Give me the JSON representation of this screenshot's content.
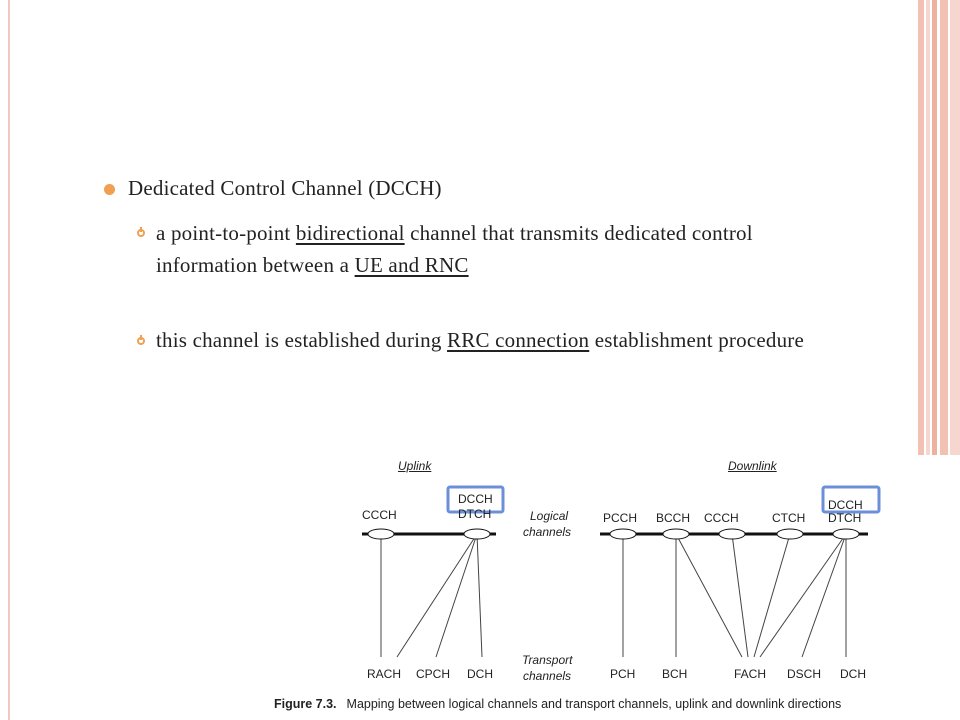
{
  "slide": {
    "bullet_main": "Dedicated Control Channel (DCCH)",
    "sub1": {
      "part1": "a point-to-point ",
      "underline1": "bidirectional",
      "part2": " channel that transmits dedicated control information between a ",
      "underline2": "UE and RNC"
    },
    "sub2": {
      "part1": "this channel is established during ",
      "underline1": "RRC connection",
      "part2": " establishment procedure"
    }
  },
  "figure": {
    "uplink_heading": "Uplink",
    "downlink_heading": "Downlink",
    "logical_label_1": "Logical",
    "logical_label_2": "channels",
    "transport_label_1": "Transport",
    "transport_label_2": "channels",
    "uplink_logical": [
      "CCCH",
      "DCCH",
      "DTCH"
    ],
    "uplink_transport": [
      "RACH",
      "CPCH",
      "DCH"
    ],
    "downlink_logical": [
      "PCCH",
      "BCCH",
      "CCCH",
      "CTCH",
      "DCCH",
      "DTCH"
    ],
    "downlink_transport": [
      "PCH",
      "BCH",
      "FACH",
      "DSCH",
      "DCH"
    ],
    "caption_label": "Figure 7.3.",
    "caption_text": "Mapping between logical channels and transport channels, uplink and downlink directions",
    "highlight_color": "#6b8fd8"
  },
  "colors": {
    "bullet_orange": "#f0a050",
    "stripe_salmon": "#f3c0b4"
  }
}
